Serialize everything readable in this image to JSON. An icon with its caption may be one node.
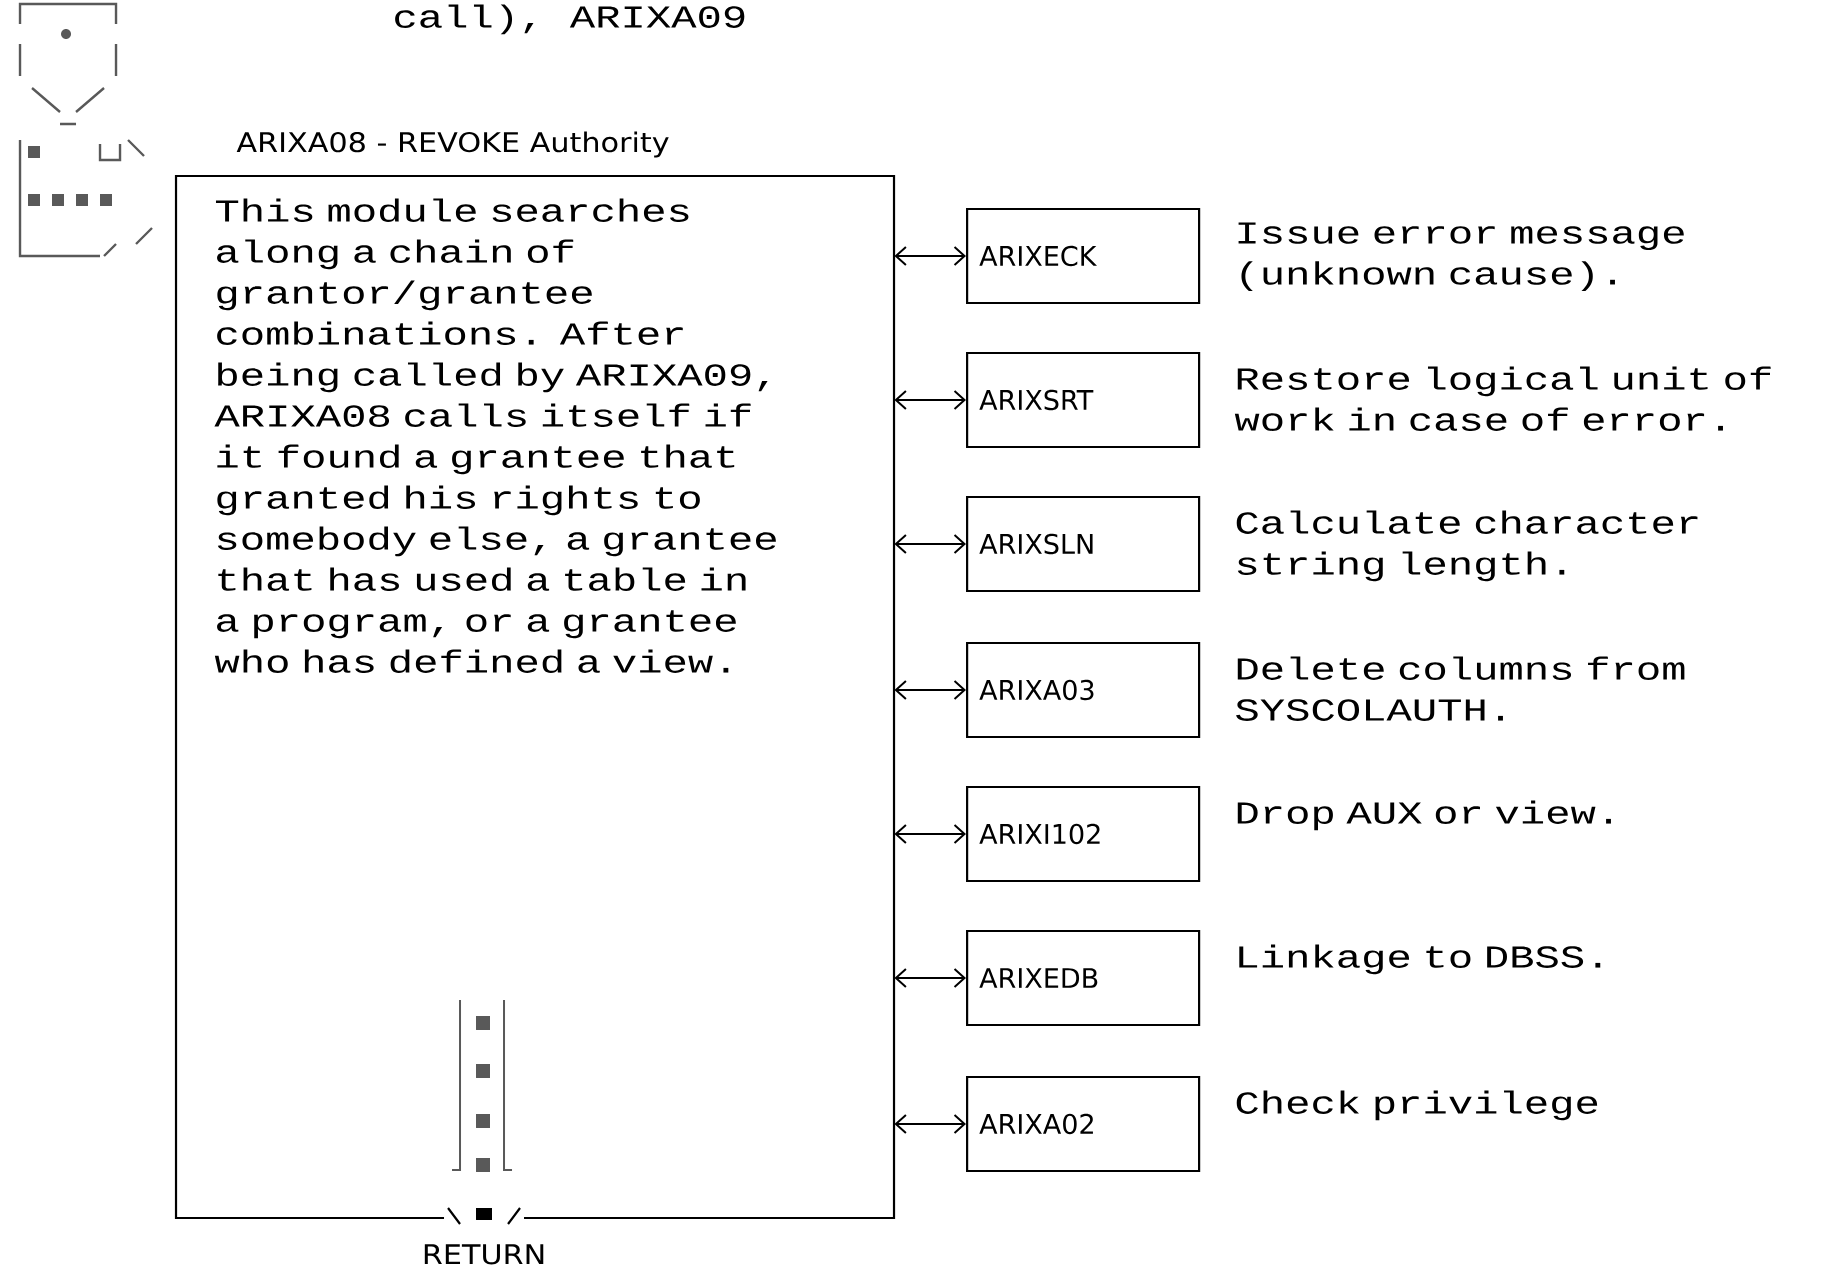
{
  "diagram": {
    "nodes": [
      {
        "text": [
          "ARIXA08 - REVOKE Authority",
          "This module searches along a chain of grantor/grantee combinations. After being called by ARIXA09, ARIXA08 calls itself if it found a grantee that granted his rights to somebody else, a grantee that has used a table in a program, or a grantee who has defined a view."
        ],
        "beside": [
          "RETURN"
        ]
      },
      {
        "text": [
          "ARIXECK"
        ],
        "beside": [
          "Issue error message (unknown cause)."
        ]
      },
      {
        "text": [
          "ARIXSRT"
        ],
        "beside": [
          "Restore logical unit of work in case of error."
        ]
      },
      {
        "text": [
          "ARIXSLN"
        ],
        "beside": [
          "Calculate character string length."
        ]
      },
      {
        "text": [
          "ARIXA03"
        ],
        "beside": [
          "Delete columns from SYSCOLAUTH."
        ]
      },
      {
        "text": [
          "ARIXI102"
        ],
        "beside": [
          "Drop AUX or view."
        ]
      },
      {
        "text": [
          "ARIXEDB"
        ],
        "beside": [
          "Linkage to DBSS."
        ]
      },
      {
        "text": [
          "ARIXA02"
        ],
        "beside": [
          "Check privilege"
        ]
      }
    ],
    "edges": [
      {
        "from": 0,
        "to": 1,
        "arrow": "both"
      },
      {
        "from": 0,
        "to": 2,
        "arrow": "both"
      },
      {
        "from": 0,
        "to": 3,
        "arrow": "both"
      },
      {
        "from": 0,
        "to": 4,
        "arrow": "both"
      },
      {
        "from": 0,
        "to": 5,
        "arrow": "both"
      },
      {
        "from": 0,
        "to": 6,
        "arrow": "both"
      },
      {
        "from": 0,
        "to": 7,
        "arrow": "both"
      }
    ],
    "labels": [
      "call), ARIXA09"
    ]
  }
}
